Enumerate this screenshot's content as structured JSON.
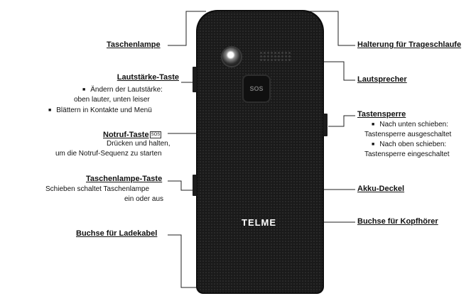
{
  "brand": "TELME",
  "sos_button_text": "SOS",
  "labels": {
    "taschenlampe": {
      "title": "Taschenlampe"
    },
    "lautstaerke": {
      "title": "Lautstärke-Taste",
      "line1": "Ändern der Lautstärke:",
      "line2": "oben lauter, unten leiser",
      "line3": "Blättern in Kontakte und Menü"
    },
    "notruf": {
      "title": "Notruf-Taste",
      "badge": "SOS",
      "line1": "Drücken und halten,",
      "line2": "um die Notruf-Sequenz zu starten"
    },
    "taschenlampe_taste": {
      "title": "Taschenlampe-Taste",
      "line1": "Schieben schaltet Taschenlampe",
      "line2": "ein oder aus"
    },
    "ladekabel": {
      "title": "Buchse für Ladekabel"
    },
    "halterung": {
      "title": "Halterung für Trageschlaufe"
    },
    "lautsprecher": {
      "title": "Lautsprecher"
    },
    "tastensperre": {
      "title": "Tastensperre",
      "line1": "Nach unten schieben:",
      "line2": "Tastensperre ausgeschaltet",
      "line3": "Nach oben schieben:",
      "line4": "Tastensperre eingeschaltet"
    },
    "akku": {
      "title": "Akku-Deckel"
    },
    "kopfhoerer": {
      "title": "Buchse für Kopfhörer"
    }
  }
}
